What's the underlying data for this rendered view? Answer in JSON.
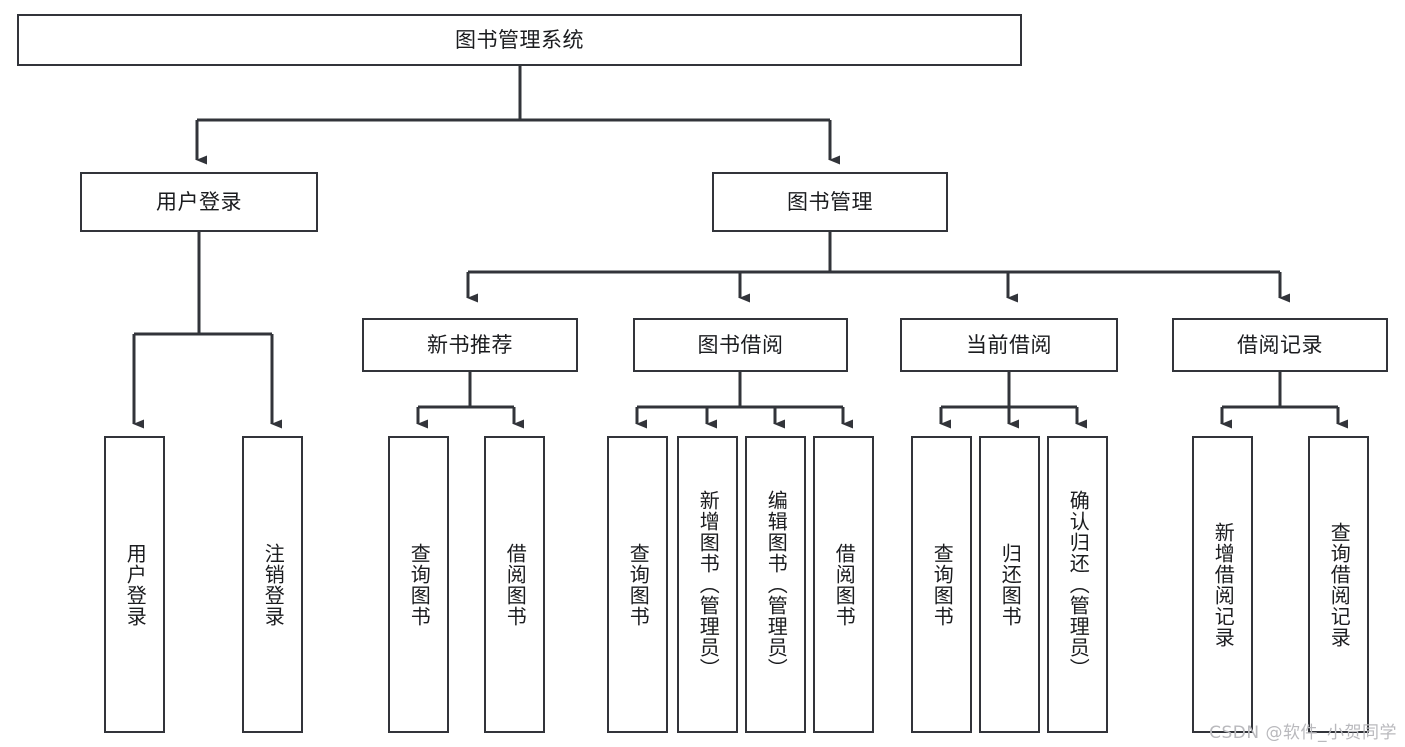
{
  "diagram": {
    "type": "tree",
    "title": "图书管理系统",
    "edge_color": "#32343a",
    "box_border_color": "#32343a",
    "background_color": "#ffffff",
    "watermark": "CSDN @软件_小贺同学",
    "watermark_color": "#b9b9bd"
  },
  "nodes": {
    "root": {
      "label": "图书管理系统"
    },
    "level2": [
      {
        "label": "用户登录"
      },
      {
        "label": "图书管理"
      }
    ],
    "level3": [
      {
        "label": "新书推荐"
      },
      {
        "label": "图书借阅"
      },
      {
        "label": "当前借阅"
      },
      {
        "label": "借阅记录"
      }
    ],
    "leaves_user_login": [
      {
        "label": "用户登录"
      },
      {
        "label": "注销登录"
      }
    ],
    "leaves_new_books": [
      {
        "label": "查询图书"
      },
      {
        "label": "借阅图书"
      }
    ],
    "leaves_borrow": [
      {
        "label": "查询图书"
      },
      {
        "label": "新增图书（管理员）"
      },
      {
        "label": "编辑图书（管理员）"
      },
      {
        "label": "借阅图书"
      }
    ],
    "leaves_current": [
      {
        "label": "查询图书"
      },
      {
        "label": "归还图书"
      },
      {
        "label": "确认归还（管理员）"
      }
    ],
    "leaves_records": [
      {
        "label": "新增借阅记录"
      },
      {
        "label": "查询借阅记录"
      }
    ]
  }
}
